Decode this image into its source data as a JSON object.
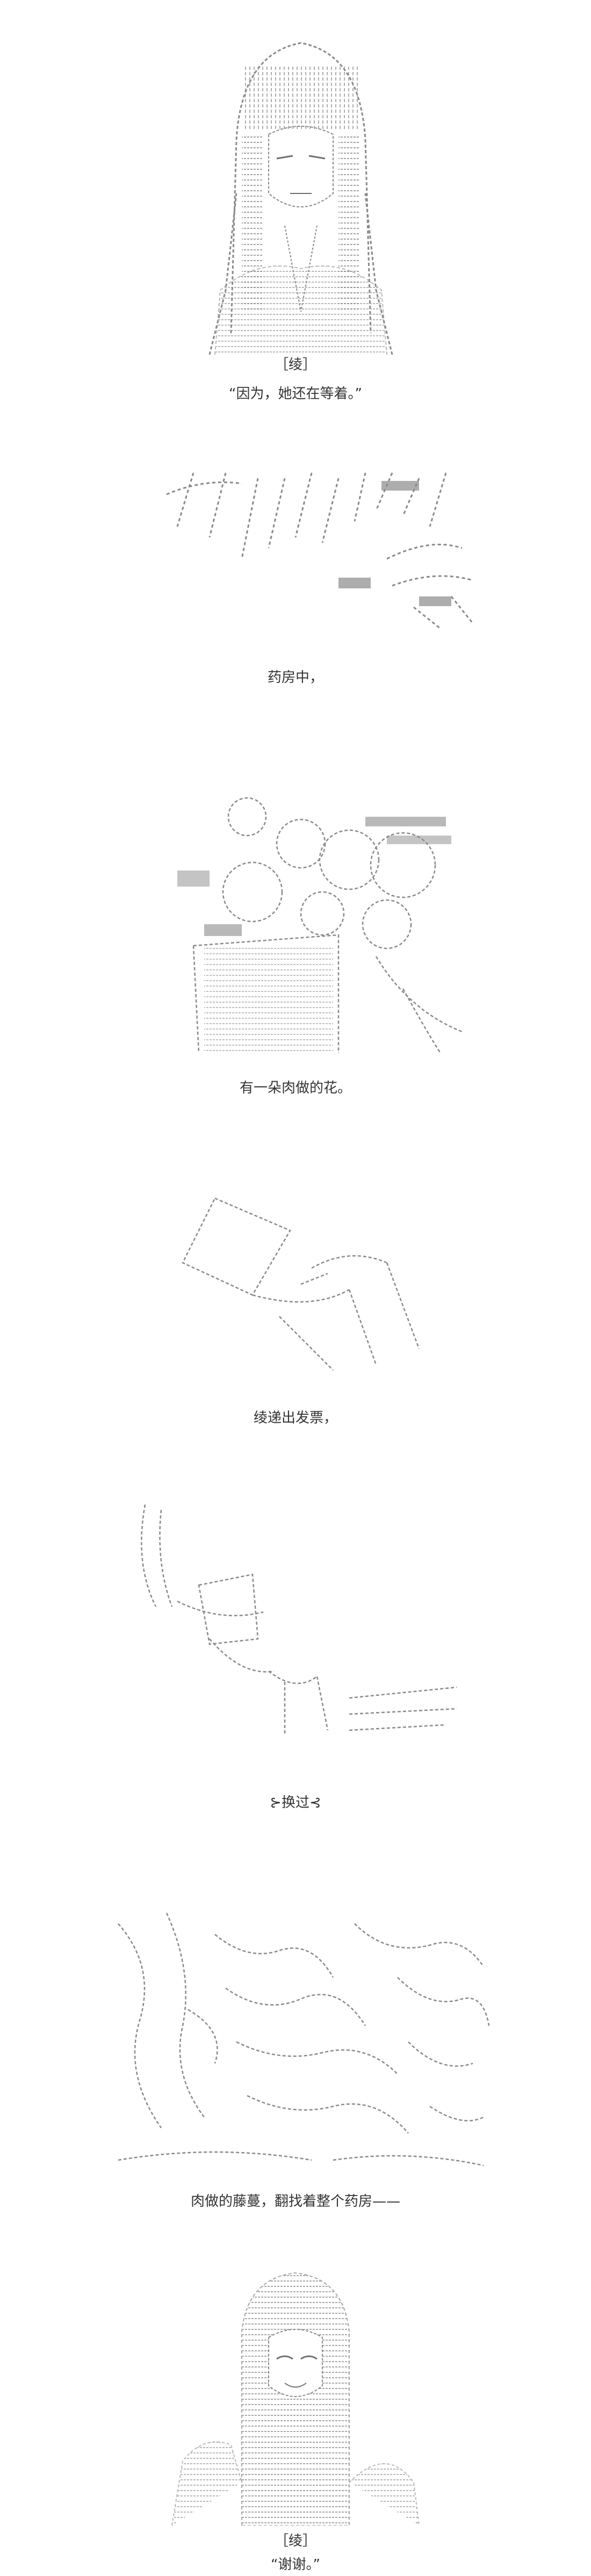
{
  "panels": [
    {
      "id": "p1",
      "speaker": "［绫］",
      "text": "“因为，她还在等着。”"
    },
    {
      "id": "p2",
      "text": "药房中，"
    },
    {
      "id": "p3",
      "text": "有一朵肉做的花。"
    },
    {
      "id": "p4",
      "text": "绫递出发票，"
    },
    {
      "id": "p5",
      "text": "⊱换过⊰"
    },
    {
      "id": "p6",
      "text": "肉做的藤蔓，翻找着整个药房——"
    },
    {
      "id": "p7",
      "speaker": "［绫］",
      "text": "“谢谢。”"
    }
  ],
  "colors": {
    "art_line": "#8a8a8a",
    "art_dense": "#6f6f6f",
    "text": "#333333",
    "background": "#ffffff"
  }
}
